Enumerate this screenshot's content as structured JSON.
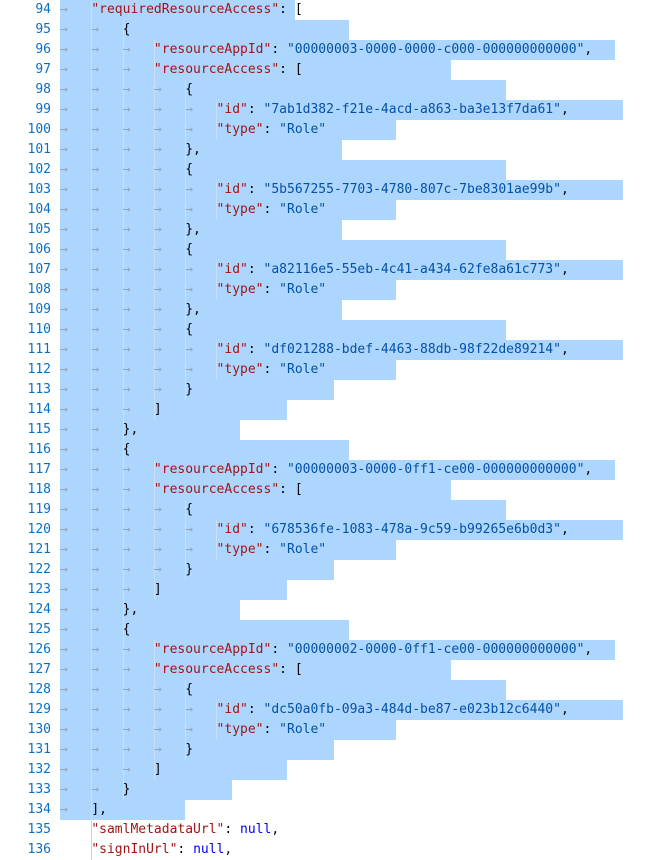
{
  "editor": {
    "language": "json",
    "line_height": 20,
    "char_width": 7.82,
    "gutter_width": 60,
    "first_visible_line": 94,
    "last_visible_line": 136,
    "colors": {
      "background": "#FFFFFF",
      "selection": "#ADD6FF",
      "line_number": "#0B6FC2",
      "property_key": "#A31515",
      "string_value": "#0451A5",
      "punctuation": "#000000",
      "keyword_null": "#0000FF",
      "tab_arrow": "#93A3B8",
      "indent_guide": "#D3D3D3"
    }
  },
  "values": {
    "graph_app_id": "00000003-0000-0000-c000-000000000000",
    "sharepoint_app_id": "00000003-0000-0ff1-ce00-000000000000",
    "exchange_app_id": "00000002-0000-0ff1-ce00-000000000000",
    "role_ids": [
      "7ab1d382-f21e-4acd-a863-ba3e13f7da61",
      "5b567255-7703-4780-807c-7be8301ae99b",
      "a82116e5-55eb-4c41-a434-62fe8a61c773",
      "df021288-bdef-4463-88db-98f22de89214",
      "678536fe-1083-478a-9c59-b99265e6b0d3",
      "dc50a0fb-09a3-484d-be87-e023b12c6440"
    ],
    "role_type": "Role",
    "null_literal": "null"
  },
  "lines": [
    {
      "num": 94,
      "indent": 1,
      "selected": true,
      "sel_tabs": 1,
      "sel_end_col": 30,
      "tokens": [
        {
          "t": "tab",
          "v": "→   "
        },
        {
          "t": "k",
          "v": "\"requiredResourceAccess\""
        },
        {
          "t": "p",
          "v": ":"
        },
        {
          "t": "dot",
          "v": "·"
        },
        {
          "t": "p",
          "v": "["
        }
      ]
    },
    {
      "num": 95,
      "indent": 2,
      "selected": true,
      "sel_tabs": 2,
      "sel_end_col": 37,
      "tokens": [
        {
          "t": "tab",
          "v": "→   →   "
        },
        {
          "t": "p",
          "v": "{"
        }
      ]
    },
    {
      "num": 96,
      "indent": 3,
      "selected": true,
      "sel_tabs": 3,
      "sel_end_col": 71,
      "tokens": [
        {
          "t": "tab",
          "v": "→   →   →   "
        },
        {
          "t": "k",
          "v": "\"resourceAppId\""
        },
        {
          "t": "p",
          "v": ":"
        },
        {
          "t": "dot",
          "v": "·"
        },
        {
          "t": "s",
          "v": "\"00000003-0000-0000-c000-000000000000\""
        },
        {
          "t": "p",
          "v": ","
        }
      ]
    },
    {
      "num": 97,
      "indent": 3,
      "selected": true,
      "sel_tabs": 3,
      "sel_end_col": 50,
      "tokens": [
        {
          "t": "tab",
          "v": "→   →   →   "
        },
        {
          "t": "k",
          "v": "\"resourceAccess\""
        },
        {
          "t": "p",
          "v": ":"
        },
        {
          "t": "dot",
          "v": "·"
        },
        {
          "t": "p",
          "v": "["
        }
      ]
    },
    {
      "num": 98,
      "indent": 4,
      "selected": true,
      "sel_tabs": 4,
      "sel_end_col": 57,
      "tokens": [
        {
          "t": "tab",
          "v": "→   →   →   →   "
        },
        {
          "t": "p",
          "v": "{"
        }
      ]
    },
    {
      "num": 99,
      "indent": 5,
      "selected": true,
      "sel_tabs": 5,
      "sel_end_col": 72,
      "tokens": [
        {
          "t": "tab",
          "v": "→   →   →   →   →   "
        },
        {
          "t": "k",
          "v": "\"id\""
        },
        {
          "t": "p",
          "v": ":"
        },
        {
          "t": "dot",
          "v": "·"
        },
        {
          "t": "s",
          "v": "\"7ab1d382-f21e-4acd-a863-ba3e13f7da61\""
        },
        {
          "t": "p",
          "v": ","
        }
      ]
    },
    {
      "num": 100,
      "indent": 5,
      "selected": true,
      "sel_tabs": 5,
      "sel_end_col": 43,
      "tokens": [
        {
          "t": "tab",
          "v": "→   →   →   →   →   "
        },
        {
          "t": "k",
          "v": "\"type\""
        },
        {
          "t": "p",
          "v": ":"
        },
        {
          "t": "dot",
          "v": "·"
        },
        {
          "t": "s",
          "v": "\"Role\""
        }
      ]
    },
    {
      "num": 101,
      "indent": 4,
      "selected": true,
      "sel_tabs": 4,
      "sel_end_col": 36,
      "tokens": [
        {
          "t": "tab",
          "v": "→   →   →   →   "
        },
        {
          "t": "p",
          "v": "},"
        }
      ]
    },
    {
      "num": 102,
      "indent": 4,
      "selected": true,
      "sel_tabs": 4,
      "sel_end_col": 57,
      "tokens": [
        {
          "t": "tab",
          "v": "→   →   →   →   "
        },
        {
          "t": "p",
          "v": "{"
        }
      ]
    },
    {
      "num": 103,
      "indent": 5,
      "selected": true,
      "sel_tabs": 5,
      "sel_end_col": 72,
      "tokens": [
        {
          "t": "tab",
          "v": "→   →   →   →   →   "
        },
        {
          "t": "k",
          "v": "\"id\""
        },
        {
          "t": "p",
          "v": ":"
        },
        {
          "t": "dot",
          "v": "·"
        },
        {
          "t": "s",
          "v": "\"5b567255-7703-4780-807c-7be8301ae99b\""
        },
        {
          "t": "p",
          "v": ","
        }
      ]
    },
    {
      "num": 104,
      "indent": 5,
      "selected": true,
      "sel_tabs": 5,
      "sel_end_col": 43,
      "tokens": [
        {
          "t": "tab",
          "v": "→   →   →   →   →   "
        },
        {
          "t": "k",
          "v": "\"type\""
        },
        {
          "t": "p",
          "v": ":"
        },
        {
          "t": "dot",
          "v": "·"
        },
        {
          "t": "s",
          "v": "\"Role\""
        }
      ]
    },
    {
      "num": 105,
      "indent": 4,
      "selected": true,
      "sel_tabs": 4,
      "sel_end_col": 36,
      "tokens": [
        {
          "t": "tab",
          "v": "→   →   →   →   "
        },
        {
          "t": "p",
          "v": "},"
        }
      ]
    },
    {
      "num": 106,
      "indent": 4,
      "selected": true,
      "sel_tabs": 4,
      "sel_end_col": 57,
      "tokens": [
        {
          "t": "tab",
          "v": "→   →   →   →   "
        },
        {
          "t": "p",
          "v": "{"
        }
      ]
    },
    {
      "num": 107,
      "indent": 5,
      "selected": true,
      "sel_tabs": 5,
      "sel_end_col": 72,
      "tokens": [
        {
          "t": "tab",
          "v": "→   →   →   →   →   "
        },
        {
          "t": "k",
          "v": "\"id\""
        },
        {
          "t": "p",
          "v": ":"
        },
        {
          "t": "dot",
          "v": "·"
        },
        {
          "t": "s",
          "v": "\"a82116e5-55eb-4c41-a434-62fe8a61c773\""
        },
        {
          "t": "p",
          "v": ","
        }
      ]
    },
    {
      "num": 108,
      "indent": 5,
      "selected": true,
      "sel_tabs": 5,
      "sel_end_col": 43,
      "tokens": [
        {
          "t": "tab",
          "v": "→   →   →   →   →   "
        },
        {
          "t": "k",
          "v": "\"type\""
        },
        {
          "t": "p",
          "v": ":"
        },
        {
          "t": "dot",
          "v": "·"
        },
        {
          "t": "s",
          "v": "\"Role\""
        }
      ]
    },
    {
      "num": 109,
      "indent": 4,
      "selected": true,
      "sel_tabs": 4,
      "sel_end_col": 36,
      "tokens": [
        {
          "t": "tab",
          "v": "→   →   →   →   "
        },
        {
          "t": "p",
          "v": "},"
        }
      ]
    },
    {
      "num": 110,
      "indent": 4,
      "selected": true,
      "sel_tabs": 4,
      "sel_end_col": 57,
      "tokens": [
        {
          "t": "tab",
          "v": "→   →   →   →   "
        },
        {
          "t": "p",
          "v": "{"
        }
      ]
    },
    {
      "num": 111,
      "indent": 5,
      "selected": true,
      "sel_tabs": 5,
      "sel_end_col": 72,
      "tokens": [
        {
          "t": "tab",
          "v": "→   →   →   →   →   "
        },
        {
          "t": "k",
          "v": "\"id\""
        },
        {
          "t": "p",
          "v": ":"
        },
        {
          "t": "dot",
          "v": "·"
        },
        {
          "t": "s",
          "v": "\"df021288-bdef-4463-88db-98f22de89214\""
        },
        {
          "t": "p",
          "v": ","
        }
      ]
    },
    {
      "num": 112,
      "indent": 5,
      "selected": true,
      "sel_tabs": 5,
      "sel_end_col": 43,
      "tokens": [
        {
          "t": "tab",
          "v": "→   →   →   →   →   "
        },
        {
          "t": "k",
          "v": "\"type\""
        },
        {
          "t": "p",
          "v": ":"
        },
        {
          "t": "dot",
          "v": "·"
        },
        {
          "t": "s",
          "v": "\"Role\""
        }
      ]
    },
    {
      "num": 113,
      "indent": 4,
      "selected": true,
      "sel_tabs": 4,
      "sel_end_col": 35,
      "tokens": [
        {
          "t": "tab",
          "v": "→   →   →   →   "
        },
        {
          "t": "p",
          "v": "}"
        }
      ]
    },
    {
      "num": 114,
      "indent": 3,
      "selected": true,
      "sel_tabs": 3,
      "sel_end_col": 29,
      "tokens": [
        {
          "t": "tab",
          "v": "→   →   →   "
        },
        {
          "t": "p",
          "v": "]"
        }
      ]
    },
    {
      "num": 115,
      "indent": 2,
      "selected": true,
      "sel_tabs": 2,
      "sel_end_col": 23,
      "tokens": [
        {
          "t": "tab",
          "v": "→   →   "
        },
        {
          "t": "p",
          "v": "},"
        }
      ]
    },
    {
      "num": 116,
      "indent": 2,
      "selected": true,
      "sel_tabs": 2,
      "sel_end_col": 37,
      "tokens": [
        {
          "t": "tab",
          "v": "→   →   "
        },
        {
          "t": "p",
          "v": "{"
        }
      ]
    },
    {
      "num": 117,
      "indent": 3,
      "selected": true,
      "sel_tabs": 3,
      "sel_end_col": 71,
      "tokens": [
        {
          "t": "tab",
          "v": "→   →   →   "
        },
        {
          "t": "k",
          "v": "\"resourceAppId\""
        },
        {
          "t": "p",
          "v": ":"
        },
        {
          "t": "dot",
          "v": "·"
        },
        {
          "t": "s",
          "v": "\"00000003-0000-0ff1-ce00-000000000000\""
        },
        {
          "t": "p",
          "v": ","
        }
      ]
    },
    {
      "num": 118,
      "indent": 3,
      "selected": true,
      "sel_tabs": 3,
      "sel_end_col": 50,
      "tokens": [
        {
          "t": "tab",
          "v": "→   →   →   "
        },
        {
          "t": "k",
          "v": "\"resourceAccess\""
        },
        {
          "t": "p",
          "v": ":"
        },
        {
          "t": "dot",
          "v": "·"
        },
        {
          "t": "p",
          "v": "["
        }
      ]
    },
    {
      "num": 119,
      "indent": 4,
      "selected": true,
      "sel_tabs": 4,
      "sel_end_col": 57,
      "tokens": [
        {
          "t": "tab",
          "v": "→   →   →   →   "
        },
        {
          "t": "p",
          "v": "{"
        }
      ]
    },
    {
      "num": 120,
      "indent": 5,
      "selected": true,
      "sel_tabs": 5,
      "sel_end_col": 72,
      "tokens": [
        {
          "t": "tab",
          "v": "→   →   →   →   →   "
        },
        {
          "t": "k",
          "v": "\"id\""
        },
        {
          "t": "p",
          "v": ":"
        },
        {
          "t": "dot",
          "v": "·"
        },
        {
          "t": "s",
          "v": "\"678536fe-1083-478a-9c59-b99265e6b0d3\""
        },
        {
          "t": "p",
          "v": ","
        }
      ]
    },
    {
      "num": 121,
      "indent": 5,
      "selected": true,
      "sel_tabs": 5,
      "sel_end_col": 43,
      "tokens": [
        {
          "t": "tab",
          "v": "→   →   →   →   →   "
        },
        {
          "t": "k",
          "v": "\"type\""
        },
        {
          "t": "p",
          "v": ":"
        },
        {
          "t": "dot",
          "v": "·"
        },
        {
          "t": "s",
          "v": "\"Role\""
        }
      ]
    },
    {
      "num": 122,
      "indent": 4,
      "selected": true,
      "sel_tabs": 4,
      "sel_end_col": 35,
      "tokens": [
        {
          "t": "tab",
          "v": "→   →   →   →   "
        },
        {
          "t": "p",
          "v": "}"
        }
      ]
    },
    {
      "num": 123,
      "indent": 3,
      "selected": true,
      "sel_tabs": 3,
      "sel_end_col": 29,
      "tokens": [
        {
          "t": "tab",
          "v": "→   →   →   "
        },
        {
          "t": "p",
          "v": "]"
        }
      ]
    },
    {
      "num": 124,
      "indent": 2,
      "selected": true,
      "sel_tabs": 2,
      "sel_end_col": 23,
      "tokens": [
        {
          "t": "tab",
          "v": "→   →   "
        },
        {
          "t": "p",
          "v": "},"
        }
      ]
    },
    {
      "num": 125,
      "indent": 2,
      "selected": true,
      "sel_tabs": 2,
      "sel_end_col": 37,
      "tokens": [
        {
          "t": "tab",
          "v": "→   →   "
        },
        {
          "t": "p",
          "v": "{"
        }
      ]
    },
    {
      "num": 126,
      "indent": 3,
      "selected": true,
      "sel_tabs": 3,
      "sel_end_col": 71,
      "tokens": [
        {
          "t": "tab",
          "v": "→   →   →   "
        },
        {
          "t": "k",
          "v": "\"resourceAppId\""
        },
        {
          "t": "p",
          "v": ":"
        },
        {
          "t": "dot",
          "v": "·"
        },
        {
          "t": "s",
          "v": "\"00000002-0000-0ff1-ce00-000000000000\""
        },
        {
          "t": "p",
          "v": ","
        }
      ]
    },
    {
      "num": 127,
      "indent": 3,
      "selected": true,
      "sel_tabs": 3,
      "sel_end_col": 50,
      "tokens": [
        {
          "t": "tab",
          "v": "→   →   →   "
        },
        {
          "t": "k",
          "v": "\"resourceAccess\""
        },
        {
          "t": "p",
          "v": ":"
        },
        {
          "t": "dot",
          "v": "·"
        },
        {
          "t": "p",
          "v": "["
        }
      ]
    },
    {
      "num": 128,
      "indent": 4,
      "selected": true,
      "sel_tabs": 4,
      "sel_end_col": 57,
      "tokens": [
        {
          "t": "tab",
          "v": "→   →   →   →   "
        },
        {
          "t": "p",
          "v": "{"
        }
      ]
    },
    {
      "num": 129,
      "indent": 5,
      "selected": true,
      "sel_tabs": 5,
      "sel_end_col": 72,
      "tokens": [
        {
          "t": "tab",
          "v": "→   →   →   →   →   "
        },
        {
          "t": "k",
          "v": "\"id\""
        },
        {
          "t": "p",
          "v": ":"
        },
        {
          "t": "dot",
          "v": "·"
        },
        {
          "t": "s",
          "v": "\"dc50a0fb-09a3-484d-be87-e023b12c6440\""
        },
        {
          "t": "p",
          "v": ","
        }
      ]
    },
    {
      "num": 130,
      "indent": 5,
      "selected": true,
      "sel_tabs": 5,
      "sel_end_col": 43,
      "tokens": [
        {
          "t": "tab",
          "v": "→   →   →   →   →   "
        },
        {
          "t": "k",
          "v": "\"type\""
        },
        {
          "t": "p",
          "v": ":"
        },
        {
          "t": "dot",
          "v": "·"
        },
        {
          "t": "s",
          "v": "\"Role\""
        }
      ]
    },
    {
      "num": 131,
      "indent": 4,
      "selected": true,
      "sel_tabs": 4,
      "sel_end_col": 35,
      "tokens": [
        {
          "t": "tab",
          "v": "→   →   →   →   "
        },
        {
          "t": "p",
          "v": "}"
        }
      ]
    },
    {
      "num": 132,
      "indent": 3,
      "selected": true,
      "sel_tabs": 3,
      "sel_end_col": 29,
      "tokens": [
        {
          "t": "tab",
          "v": "→   →   →   "
        },
        {
          "t": "p",
          "v": "]"
        }
      ]
    },
    {
      "num": 133,
      "indent": 2,
      "selected": true,
      "sel_tabs": 2,
      "sel_end_col": 22,
      "tokens": [
        {
          "t": "tab",
          "v": "→   →   "
        },
        {
          "t": "p",
          "v": "}"
        }
      ]
    },
    {
      "num": 134,
      "indent": 1,
      "selected": true,
      "sel_tabs": 1,
      "sel_end_col": 16,
      "tokens": [
        {
          "t": "tab",
          "v": "→   "
        },
        {
          "t": "p",
          "v": "],"
        }
      ]
    },
    {
      "num": 135,
      "indent": 1,
      "selected": false,
      "sel_tabs": 0,
      "sel_end_col": 0,
      "tokens": [
        {
          "t": "tab",
          "v": "    "
        },
        {
          "t": "k",
          "v": "\"samlMetadataUrl\""
        },
        {
          "t": "p",
          "v": ":"
        },
        {
          "t": "dot",
          "v": " "
        },
        {
          "t": "n",
          "v": "null"
        },
        {
          "t": "p",
          "v": ","
        }
      ]
    },
    {
      "num": 136,
      "indent": 1,
      "selected": false,
      "sel_tabs": 0,
      "sel_end_col": 0,
      "tokens": [
        {
          "t": "tab",
          "v": "    "
        },
        {
          "t": "k",
          "v": "\"signInUrl\""
        },
        {
          "t": "p",
          "v": ":"
        },
        {
          "t": "dot",
          "v": " "
        },
        {
          "t": "n",
          "v": "null"
        },
        {
          "t": "p",
          "v": ","
        }
      ]
    }
  ]
}
